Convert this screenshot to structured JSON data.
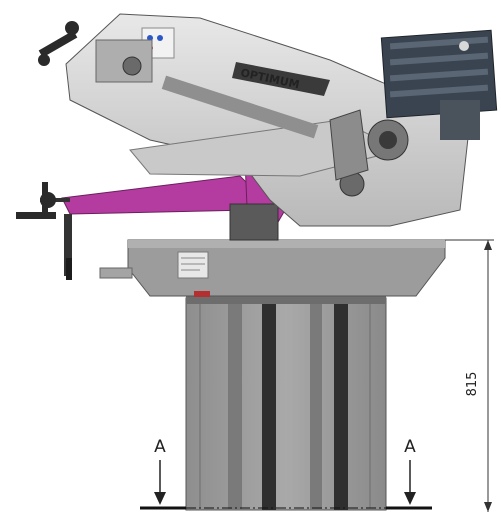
{
  "brand": {
    "text": "OPTIMUM"
  },
  "dimension": {
    "height_value": "815"
  },
  "section": {
    "left_label": "A",
    "right_label": "A"
  },
  "colors": {
    "body_light": "#dcdcdc",
    "body_dark": "#8c8c8c",
    "base_gray": "#9a9a9a",
    "column_dark": "#3a3a3a",
    "vise_magenta": "#b43ca0",
    "motor_dark": "#3a4450",
    "accent_yellow": "#e6dc1e"
  }
}
